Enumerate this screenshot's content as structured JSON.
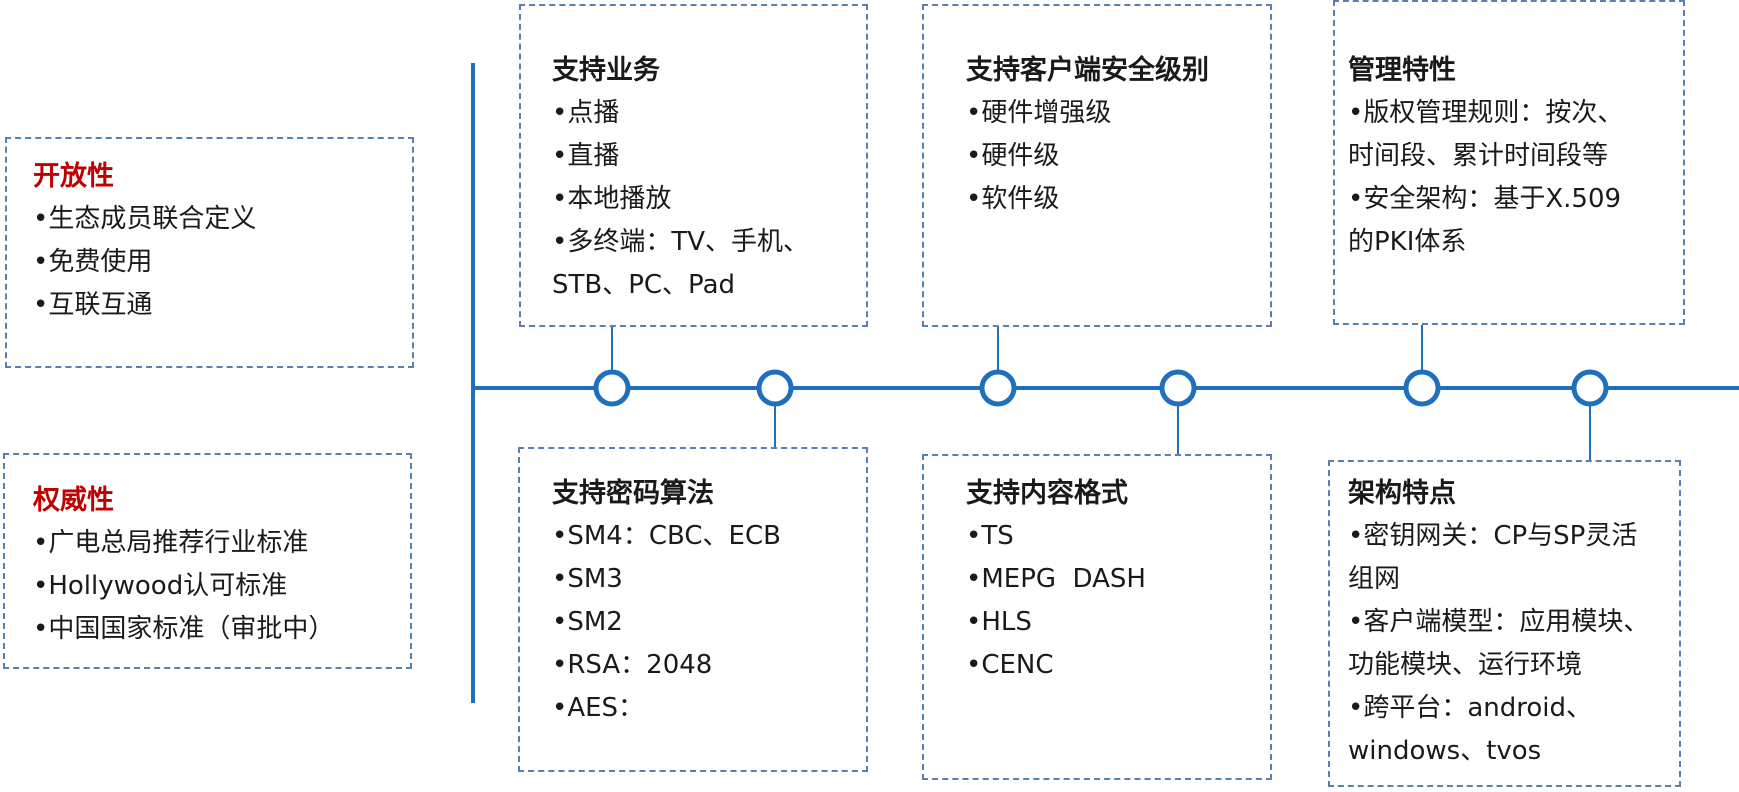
{
  "left_boxes": [
    {
      "title": "开放性",
      "items": [
        "生态成员联合定义",
        "免费使用",
        "互联互通"
      ]
    },
    {
      "title": "权威性",
      "items": [
        "广电总局推荐行业标准",
        "Hollywood认可标准",
        "中国国家标准（审批中）"
      ]
    }
  ],
  "top_boxes": [
    {
      "title": "支持业务",
      "items": [
        "点播",
        "直播",
        "本地播放",
        "多终端：TV、手机、\nSTB、PC、Pad"
      ]
    },
    {
      "title": "支持客户端安全级别",
      "items": [
        "硬件增强级",
        "硬件级",
        "软件级"
      ]
    },
    {
      "title": "管理特性",
      "items": [
        "版权管理规则：按次、\n时间段、累计时间段等",
        "安全架构：基于X.509\n的PKI体系"
      ]
    }
  ],
  "bottom_boxes": [
    {
      "title": "支持密码算法",
      "items": [
        "SM4：CBC、ECB",
        "SM3",
        "SM2",
        "RSA：2048",
        "AES："
      ]
    },
    {
      "title": "支持内容格式",
      "items": [
        "TS",
        "MEPG  DASH",
        "HLS",
        "CENC"
      ]
    },
    {
      "title": "架构特点",
      "items": [
        "密钥网关：CP与SP灵活\n组网",
        "客户端模型：应用模块、\n功能模块、运行环境",
        "跨平台：android、\nwindows、tvos"
      ]
    }
  ],
  "colors": {
    "timeline": "#1f6fbd",
    "border": "#5b7fae",
    "highlight_title": "#c00000"
  }
}
